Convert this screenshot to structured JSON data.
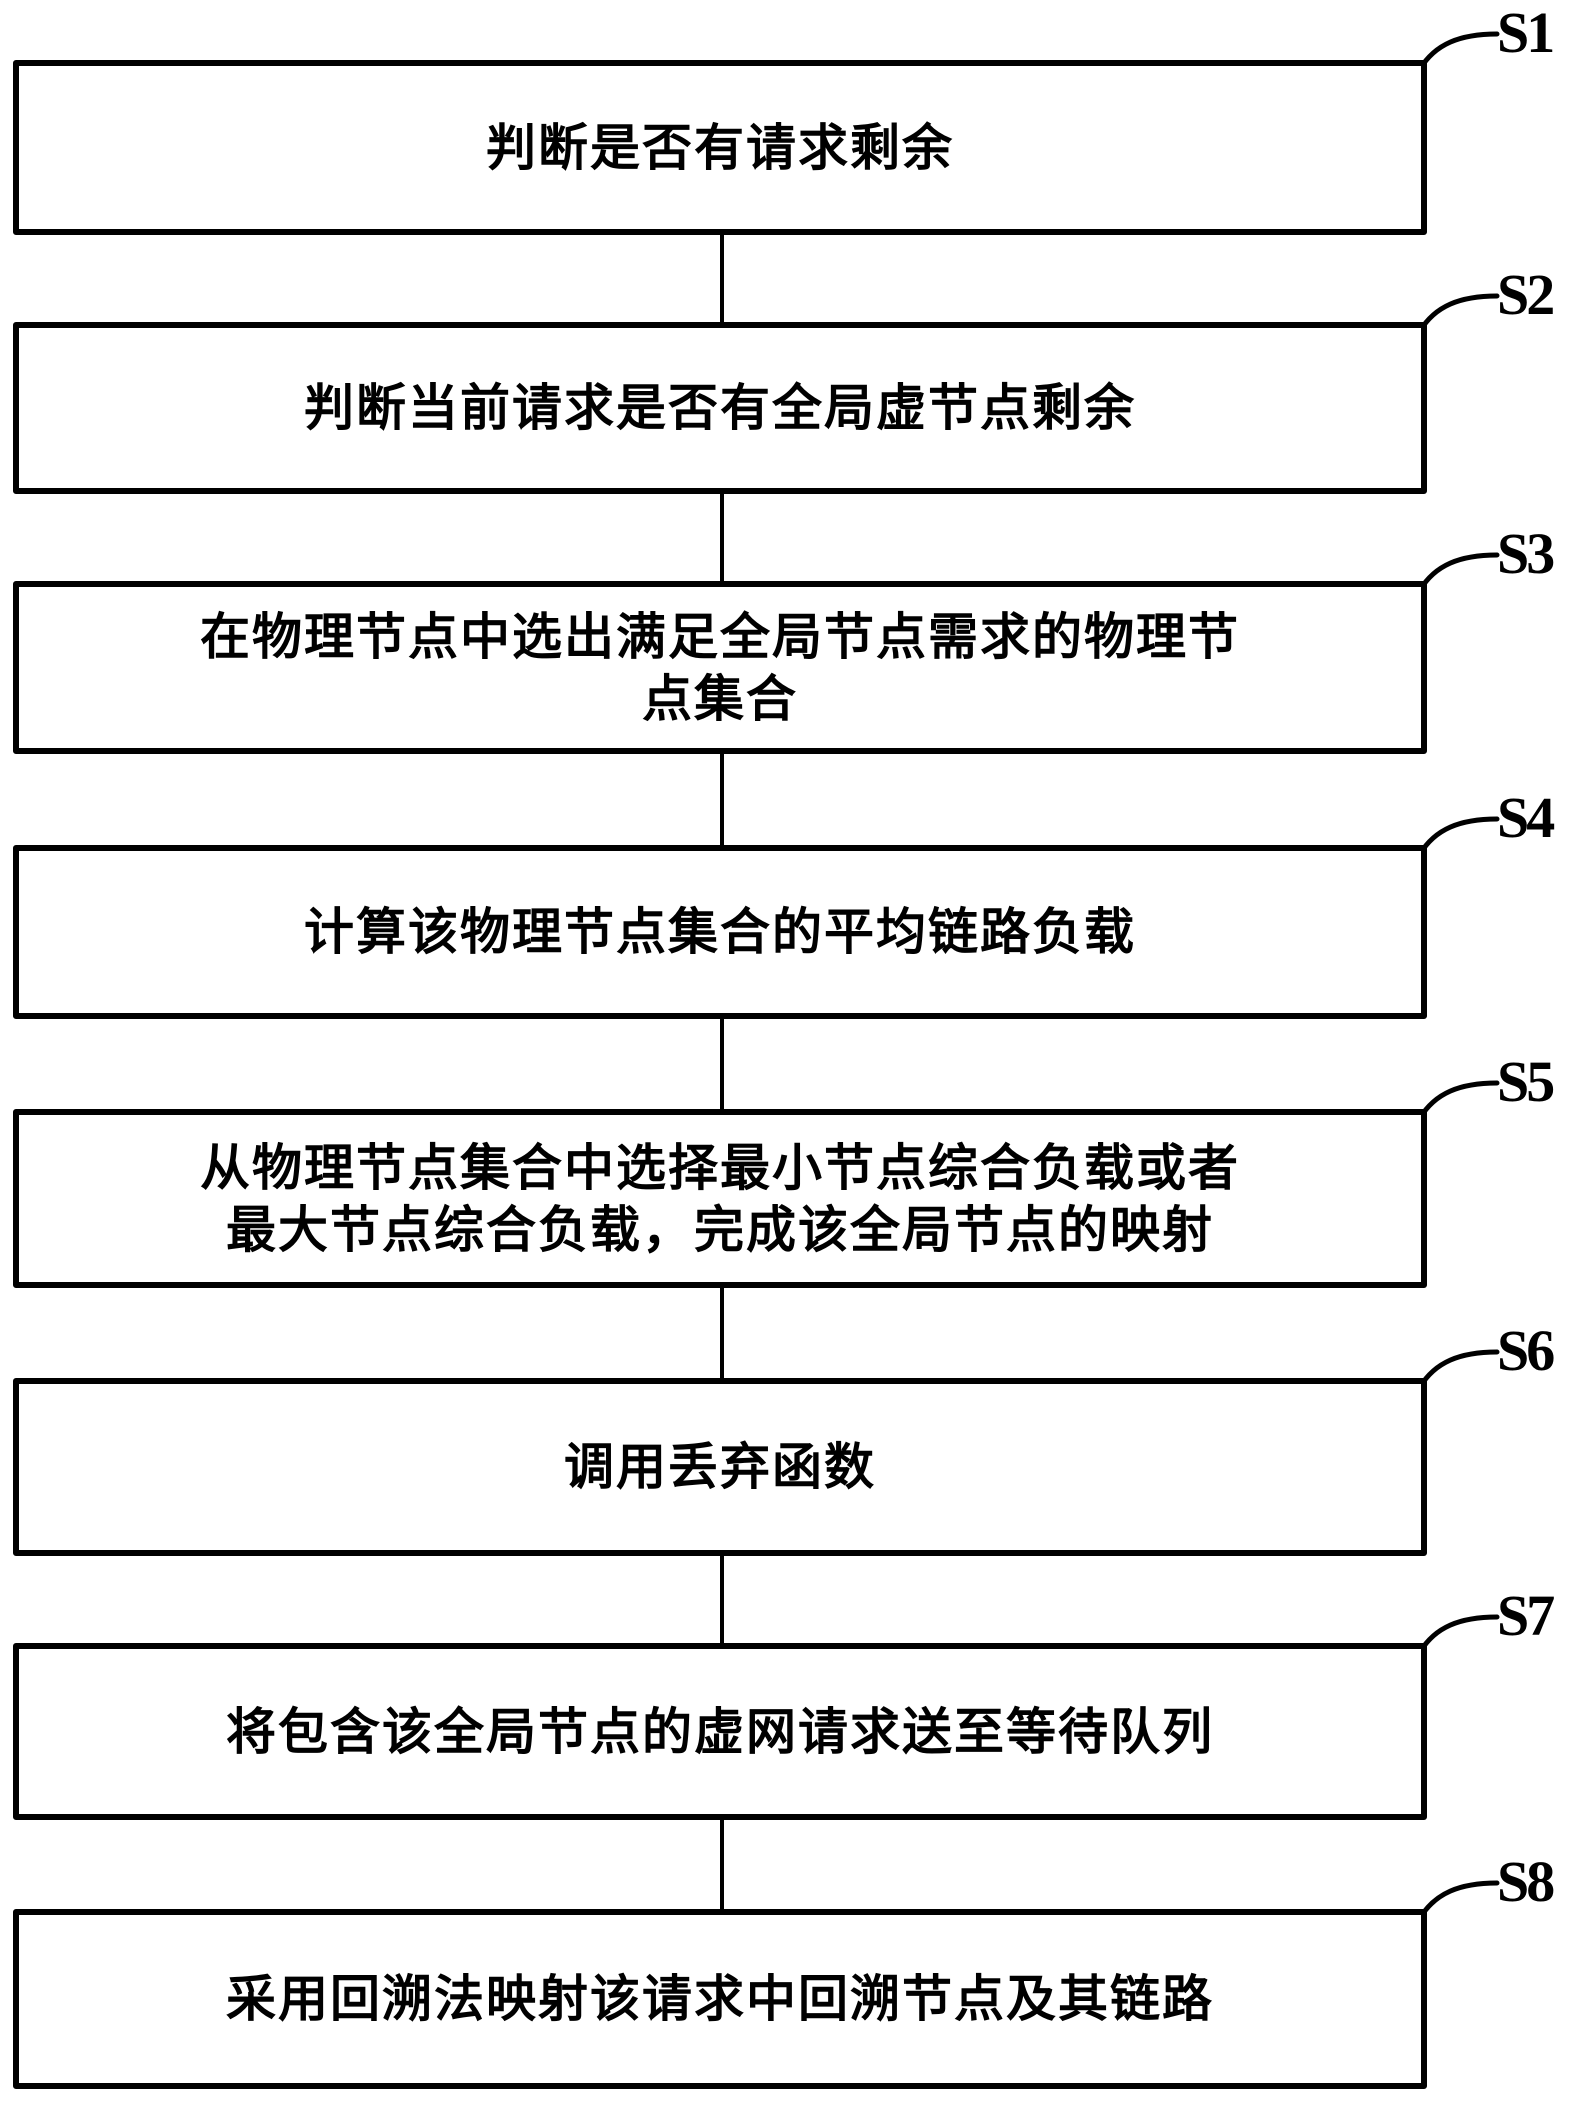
{
  "diagram": {
    "type": "flowchart",
    "steps": [
      {
        "id": "S1",
        "label": "S1",
        "text": "判断是否有请求剩余"
      },
      {
        "id": "S2",
        "label": "S2",
        "text": "判断当前请求是否有全局虚节点剩余"
      },
      {
        "id": "S3",
        "label": "S3",
        "text": "在物理节点中选出满足全局节点需求的物理节\n点集合"
      },
      {
        "id": "S4",
        "label": "S4",
        "text": "计算该物理节点集合的平均链路负载"
      },
      {
        "id": "S5",
        "label": "S5",
        "text": "从物理节点集合中选择最小节点综合负载或者\n最大节点综合负载，完成该全局节点的映射"
      },
      {
        "id": "S6",
        "label": "S6",
        "text": "调用丢弃函数"
      },
      {
        "id": "S7",
        "label": "S7",
        "text": "将包含该全局节点的虚网请求送至等待队列"
      },
      {
        "id": "S8",
        "label": "S8",
        "text": "采用回溯法映射该请求中回溯节点及其链路"
      }
    ],
    "edges": [
      [
        "S1",
        "S2"
      ],
      [
        "S2",
        "S3"
      ],
      [
        "S3",
        "S4"
      ],
      [
        "S4",
        "S5"
      ],
      [
        "S5",
        "S6"
      ],
      [
        "S6",
        "S7"
      ],
      [
        "S7",
        "S8"
      ]
    ],
    "colors": {
      "stroke": "#000000",
      "fill": "#ffffff",
      "text": "#000000"
    }
  }
}
